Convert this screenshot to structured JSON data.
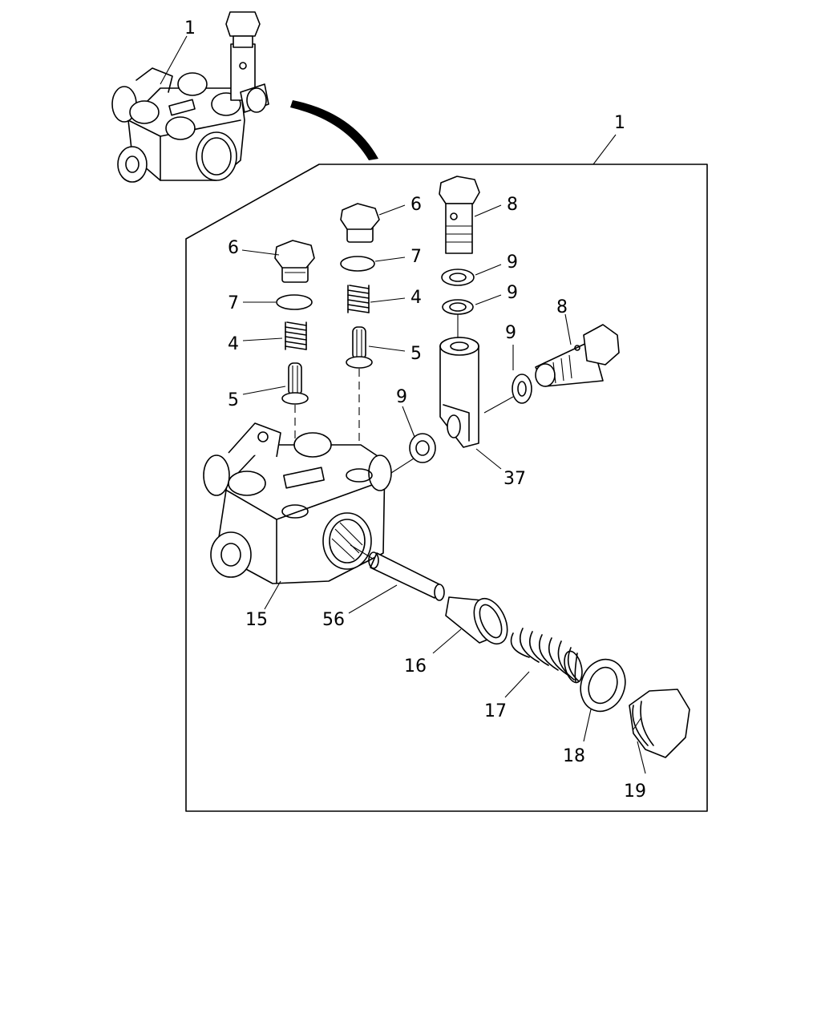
{
  "callouts": {
    "assembly_top": "1",
    "assembly_frame": "1",
    "plug_left": "6",
    "plug_mid": "6",
    "oring_left": "7",
    "oring_mid": "7",
    "spring_left": "4",
    "spring_mid": "4",
    "pin_left": "5",
    "pin_mid": "5",
    "banjo_bolt_top": "8",
    "banjo_bolt_side": "8",
    "washer_a": "9",
    "washer_b": "9",
    "washer_c": "9",
    "washer_d": "9",
    "connector": "37",
    "body": "15",
    "rod": "56",
    "sleeve": "16",
    "spring_large": "17",
    "gasket": "18",
    "cap": "19"
  }
}
